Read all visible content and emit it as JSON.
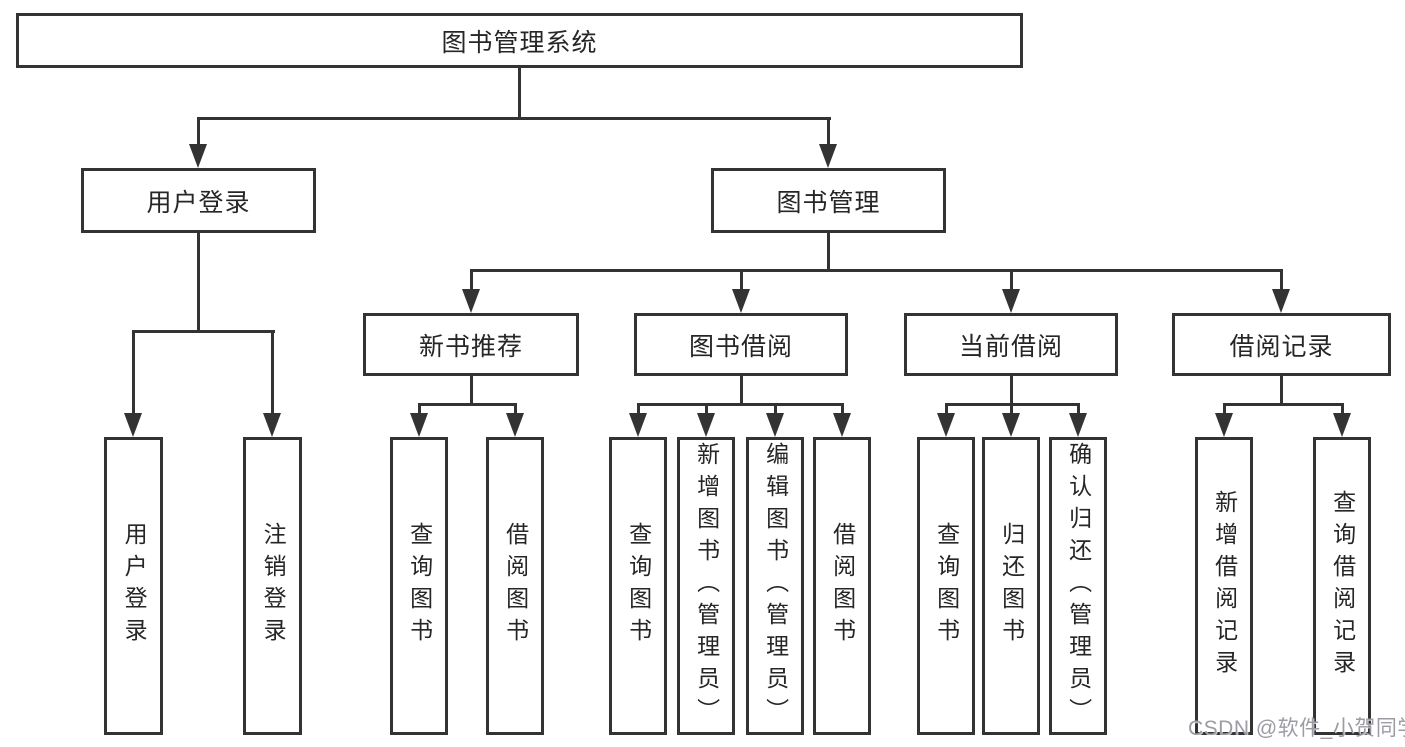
{
  "diagram": {
    "root": "图书管理系统",
    "branch_left": {
      "label": "用户登录",
      "children": [
        "用户登录",
        "注销登录"
      ]
    },
    "branch_right": {
      "label": "图书管理",
      "groups": [
        {
          "label": "新书推荐",
          "children": [
            "查询图书",
            "借阅图书"
          ]
        },
        {
          "label": "图书借阅",
          "children": [
            "查询图书",
            "新增图书（管理员）",
            "编辑图书（管理员）",
            "借阅图书"
          ]
        },
        {
          "label": "当前借阅",
          "children": [
            "查询图书",
            "归还图书",
            "确认归还（管理员）"
          ]
        },
        {
          "label": "借阅记录",
          "children": [
            "新增借阅记录",
            "查询借阅记录"
          ]
        }
      ]
    }
  },
  "watermark": "CSDN @软件_小贺同学",
  "colors": {
    "line": "#333333",
    "text": "#262626",
    "background": "#ffffff",
    "watermark": "#9c9ca4"
  }
}
